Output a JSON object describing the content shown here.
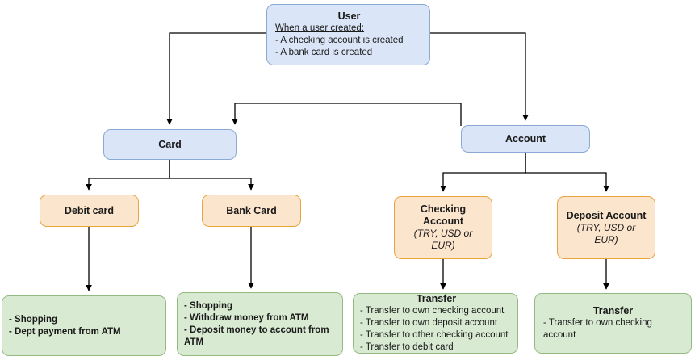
{
  "diagram": {
    "title": "Banking domain hierarchy",
    "colors": {
      "blue_fill": "#dae5f7",
      "blue_stroke": "#8aa9d6",
      "orange_fill": "#fce5cd",
      "orange_stroke": "#e8a33d",
      "green_fill": "#d9ead3",
      "green_stroke": "#93ba82",
      "edge_stroke": "#000000",
      "text": "#1a1a1a",
      "background": "#ffffff"
    },
    "nodes": {
      "user": {
        "title": "User",
        "lead": "When a user created:",
        "lines": [
          "- A checking account is created",
          "- A bank card is created"
        ]
      },
      "card": {
        "title": "Card"
      },
      "account": {
        "title": "Account"
      },
      "debit_card": {
        "title": "Debit card"
      },
      "bank_card": {
        "title": "Bank Card"
      },
      "checking_account": {
        "title": "Checking Account",
        "subtitle": "(TRY, USD or EUR)"
      },
      "deposit_account": {
        "title": "Deposit Account",
        "subtitle": "(TRY, USD or EUR)"
      },
      "debit_card_ops": {
        "lines": [
          "- Shopping",
          "- Dept payment from ATM"
        ]
      },
      "bank_card_ops": {
        "lines": [
          "- Shopping",
          "- Withdraw money from ATM",
          "- Deposit money to account from",
          "ATM"
        ]
      },
      "checking_account_ops": {
        "title": "Transfer",
        "lines": [
          "- Transfer to own checking account",
          "- Transfer to own deposit account",
          "- Transfer to other checking account",
          "- Transfer to debit card"
        ]
      },
      "deposit_account_ops": {
        "title": "Transfer",
        "lines": [
          "- Transfer to own checking account"
        ]
      }
    },
    "edges": [
      {
        "name": "user-to-card",
        "from": "user",
        "to": "card"
      },
      {
        "name": "user-to-account",
        "from": "user",
        "to": "account"
      },
      {
        "name": "account-to-card",
        "from": "account",
        "to": "card"
      },
      {
        "name": "card-to-debit-card",
        "from": "card",
        "to": "debit_card"
      },
      {
        "name": "card-to-bank-card",
        "from": "card",
        "to": "bank_card"
      },
      {
        "name": "account-to-checking-account",
        "from": "account",
        "to": "checking_account"
      },
      {
        "name": "account-to-deposit-account",
        "from": "account",
        "to": "deposit_account"
      },
      {
        "name": "debit-card-to-ops",
        "from": "debit_card",
        "to": "debit_card_ops"
      },
      {
        "name": "bank-card-to-ops",
        "from": "bank_card",
        "to": "bank_card_ops"
      },
      {
        "name": "checking-account-to-ops",
        "from": "checking_account",
        "to": "checking_account_ops"
      },
      {
        "name": "deposit-account-to-ops",
        "from": "deposit_account",
        "to": "deposit_account_ops"
      }
    ]
  }
}
